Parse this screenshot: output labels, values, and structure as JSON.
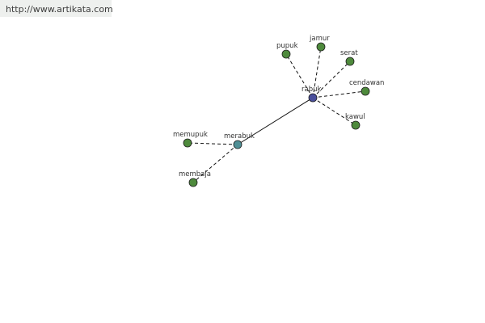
{
  "header": {
    "url": "http://www.artikata.com"
  },
  "graph": {
    "nodes": [
      {
        "id": "rabuk",
        "label": "rabuk",
        "color": "#4a4f9c"
      },
      {
        "id": "merabuk",
        "label": "merabuk",
        "color": "#4f8f95"
      },
      {
        "id": "pupuk",
        "label": "pupuk",
        "color": "#4e8a3c"
      },
      {
        "id": "jamur",
        "label": "jamur",
        "color": "#4e8a3c"
      },
      {
        "id": "serat",
        "label": "serat",
        "color": "#4e8a3c"
      },
      {
        "id": "cendawan",
        "label": "cendawan",
        "color": "#4e8a3c"
      },
      {
        "id": "kawul",
        "label": "kawul",
        "color": "#4e8a3c"
      },
      {
        "id": "memupuk",
        "label": "memupuk",
        "color": "#4e8a3c"
      },
      {
        "id": "membaja",
        "label": "membaja",
        "color": "#4e8a3c"
      }
    ],
    "edges": [
      {
        "from": "rabuk",
        "to": "pupuk",
        "style": "dashed"
      },
      {
        "from": "rabuk",
        "to": "jamur",
        "style": "dashed"
      },
      {
        "from": "rabuk",
        "to": "serat",
        "style": "dashed"
      },
      {
        "from": "rabuk",
        "to": "cendawan",
        "style": "dashed"
      },
      {
        "from": "rabuk",
        "to": "kawul",
        "style": "dashed"
      },
      {
        "from": "rabuk",
        "to": "merabuk",
        "style": "solid"
      },
      {
        "from": "merabuk",
        "to": "memupuk",
        "style": "dashed"
      },
      {
        "from": "merabuk",
        "to": "membaja",
        "style": "dashed"
      }
    ]
  }
}
